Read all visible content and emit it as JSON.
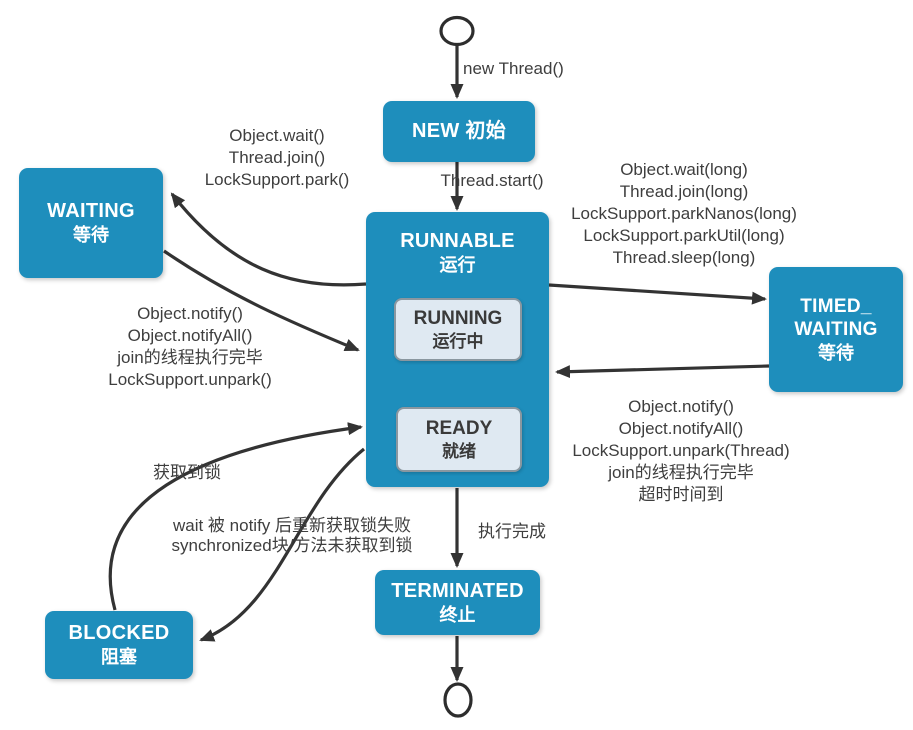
{
  "title": "Java 线程状态转换图",
  "colors": {
    "teal": "#1E8EBC",
    "inner-bg": "#DFE9F2",
    "inner-border": "#8A97A0",
    "arrow": "#333333",
    "yellow": "#EFE97C",
    "yellow-border": "#C9C255",
    "label": "#3E3E3E",
    "box-text": "#FFFFFF"
  },
  "nodes": {
    "new": {
      "title": "NEW 初始"
    },
    "runnable": {
      "title": "RUNNABLE",
      "subtitle": "运行"
    },
    "running": {
      "title": "RUNNING",
      "subtitle": "运行中"
    },
    "ready": {
      "title": "READY",
      "subtitle": "就绪"
    },
    "waiting": {
      "title": "WAITING",
      "subtitle": "等待"
    },
    "timed_waiting": {
      "line1": "TIMED_",
      "line2": "WAITING",
      "subtitle": "等待"
    },
    "blocked": {
      "title": "BLOCKED",
      "subtitle": "阻塞"
    },
    "terminated": {
      "title": "TERMINATED",
      "subtitle": "终止"
    }
  },
  "edge_labels": {
    "new_thread": "new Thread()",
    "thread_start": "Thread.start()",
    "to_waiting": {
      "lines": [
        "Object.wait()",
        "Thread.join()",
        "LockSupport.park()"
      ]
    },
    "from_waiting": {
      "lines": [
        "Object.notify()",
        "Object.notifyAll()",
        "join的线程执行完毕",
        "LockSupport.unpark()"
      ]
    },
    "to_timed_waiting": {
      "lines": [
        "Object.wait(long)",
        "Thread.join(long)",
        "LockSupport.parkNanos(long)",
        "LockSupport.parkUtil(long)",
        "Thread.sleep(long)"
      ]
    },
    "from_timed_waiting": {
      "lines": [
        "Object.notify()",
        "Object.notifyAll()",
        "LockSupport.unpark(Thread)",
        "join的线程执行完毕",
        "超时时间到"
      ]
    },
    "acquire_lock": "获取到锁",
    "to_blocked": {
      "lines": [
        "wait 被 notify 后重新获取锁失败",
        "synchronized块/方法未获取到锁"
      ]
    },
    "done": "执行完成"
  }
}
